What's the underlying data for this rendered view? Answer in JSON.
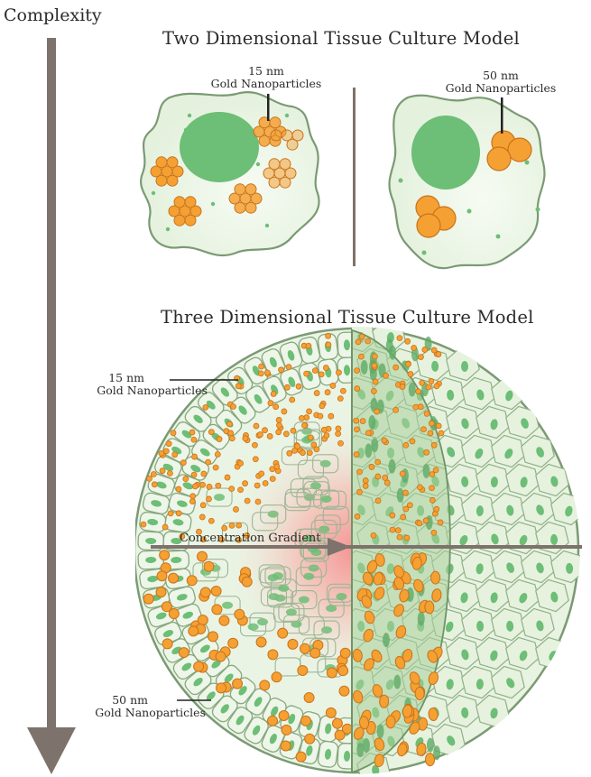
{
  "axis": {
    "label": "Complexity"
  },
  "two_d": {
    "title": "Two Dimensional Tissue Culture Model",
    "left_label": {
      "size": "15 nm",
      "name": "Gold Nanoparticles"
    },
    "right_label": {
      "size": "50 nm",
      "name": "Gold Nanoparticles"
    }
  },
  "three_d": {
    "title": "Three Dimensional Tissue Culture Model",
    "small_label": {
      "size": "15 nm",
      "name": "Gold Nanoparticles"
    },
    "large_label": {
      "size": "50 nm",
      "name": "Gold Nanoparticles"
    },
    "gradient_label": "Concentration Gradient"
  },
  "colors": {
    "cell_fill": "#e9f4e3",
    "cell_stroke": "#7b9a74",
    "nucleus": "#6dbe76",
    "gold": "#f5a033",
    "gold_stroke": "#c9731a",
    "arrow": "#7d726c",
    "core": "#f5a3a3"
  }
}
